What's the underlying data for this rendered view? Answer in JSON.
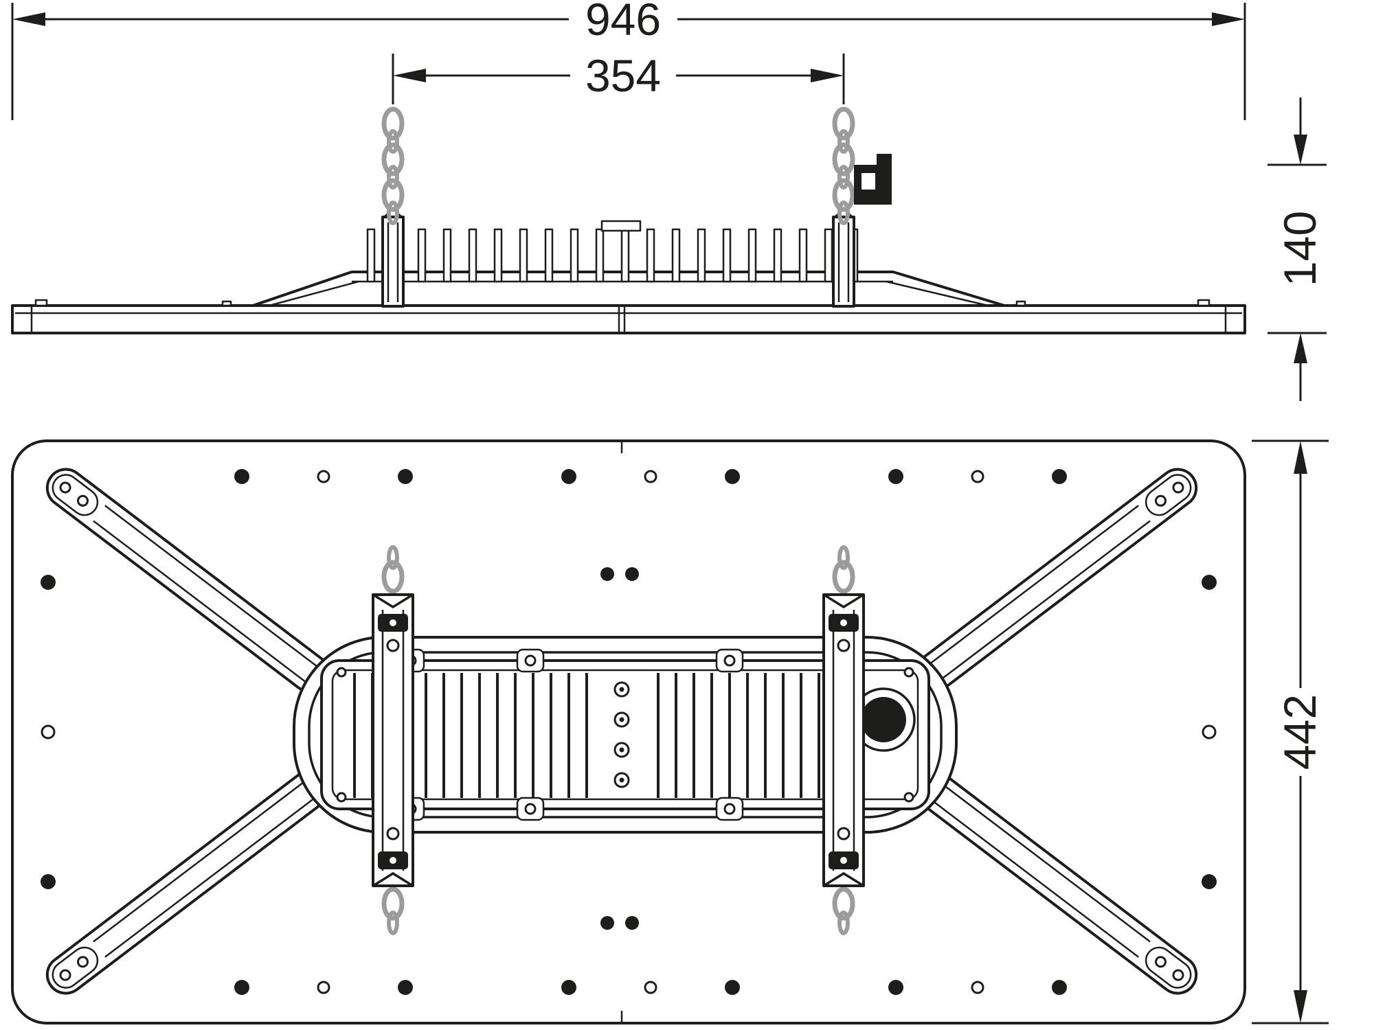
{
  "dimensions": {
    "overall_width": "946",
    "suspension_spacing": "354",
    "height": "140",
    "depth": "442"
  },
  "colors": {
    "line": "#1d1d1b",
    "chain": "#9c9c9c",
    "background": "#ffffff"
  }
}
